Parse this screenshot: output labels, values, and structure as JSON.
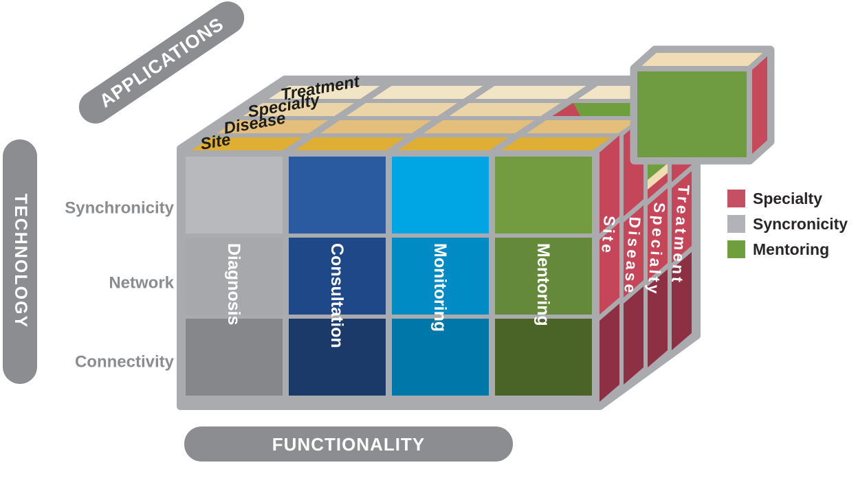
{
  "axes": {
    "applications": "APPLICATIONS",
    "technology": "TECHNOLOGY",
    "functionality": "FUNCTIONALITY"
  },
  "technology_rows": [
    "Synchronicity",
    "Network",
    "Connectivity"
  ],
  "top_rows": [
    {
      "label": "Site",
      "color": "#dfae35"
    },
    {
      "label": "Disease",
      "color": "#e4bf7c"
    },
    {
      "label": "Specialty",
      "color": "#ebd5a8"
    },
    {
      "label": "Treatment",
      "color": "#f2e5c5"
    }
  ],
  "front_columns": [
    {
      "label": "Diagnosis",
      "shades": [
        "#b7b9bc",
        "#a6a8ab",
        "#85878a"
      ]
    },
    {
      "label": "Consultation",
      "shades": [
        "#2a5a9f",
        "#1f4889",
        "#1c3a69"
      ]
    },
    {
      "label": "Monitoring",
      "shades": [
        "#00a5e3",
        "#008bc4",
        "#0077a9"
      ]
    },
    {
      "label": "Mentoring",
      "shades": [
        "#739c40",
        "#65893a",
        "#4a6327"
      ]
    }
  ],
  "side_slabs": [
    {
      "label": "Site"
    },
    {
      "label": "Disease"
    },
    {
      "label": "Specialty"
    },
    {
      "label": "Treatment"
    }
  ],
  "hole": {
    "green": "#6f9e3d",
    "red": "#c64659",
    "cream": "#f0ddb5"
  },
  "extracted_cube": {
    "front": "#6f9c41",
    "top": "#f0ddb5",
    "side": "#c54a5c"
  },
  "legend": [
    {
      "label": "Specialty",
      "color": "#c54f63"
    },
    {
      "label": "Syncronicity",
      "color": "#b1b3b6"
    },
    {
      "label": "Mentoring",
      "color": "#6f9e3d"
    }
  ],
  "colors": {
    "frame": "#a9abae",
    "pill": "#8b8d90",
    "slab_bright": "#c64659",
    "slab_dark": "#8e3043",
    "row_label": "#8a8c8f",
    "legend_text": "#2a2627"
  }
}
